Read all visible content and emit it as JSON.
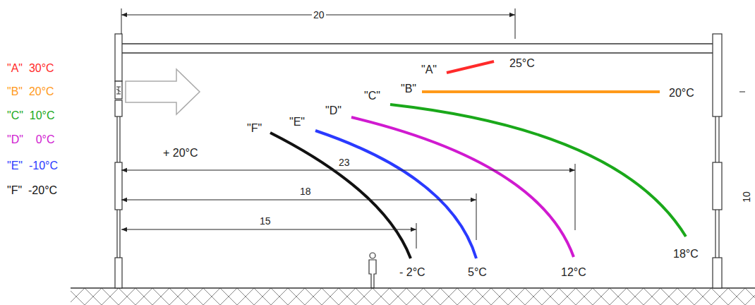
{
  "diagram": {
    "labels": [
      "20",
      "\"A\"",
      "25°C",
      "\"B\"",
      "20°C",
      "\"C\"",
      "\"D\"",
      "\"E\"",
      "\"F\"",
      "+ 20°C",
      "23",
      "18",
      "15",
      "10",
      "18°C",
      "12°C",
      "5°C",
      "- 2°C"
    ],
    "legend": [
      {
        "text": "\"A\"  30°C",
        "color": "#ff2a2a"
      },
      {
        "text": "\"B\"  20°C",
        "color": "#ff9a1a"
      },
      {
        "text": "\"C\"  10°C",
        "color": "#1aa81a"
      },
      {
        "text": "\"D\"    0°C",
        "color": "#d01ad0"
      },
      {
        "text": "\"E\"  -10°C",
        "color": "#2a3aff"
      },
      {
        "text": "\"F\"  -20°C",
        "color": "#111111"
      }
    ]
  }
}
